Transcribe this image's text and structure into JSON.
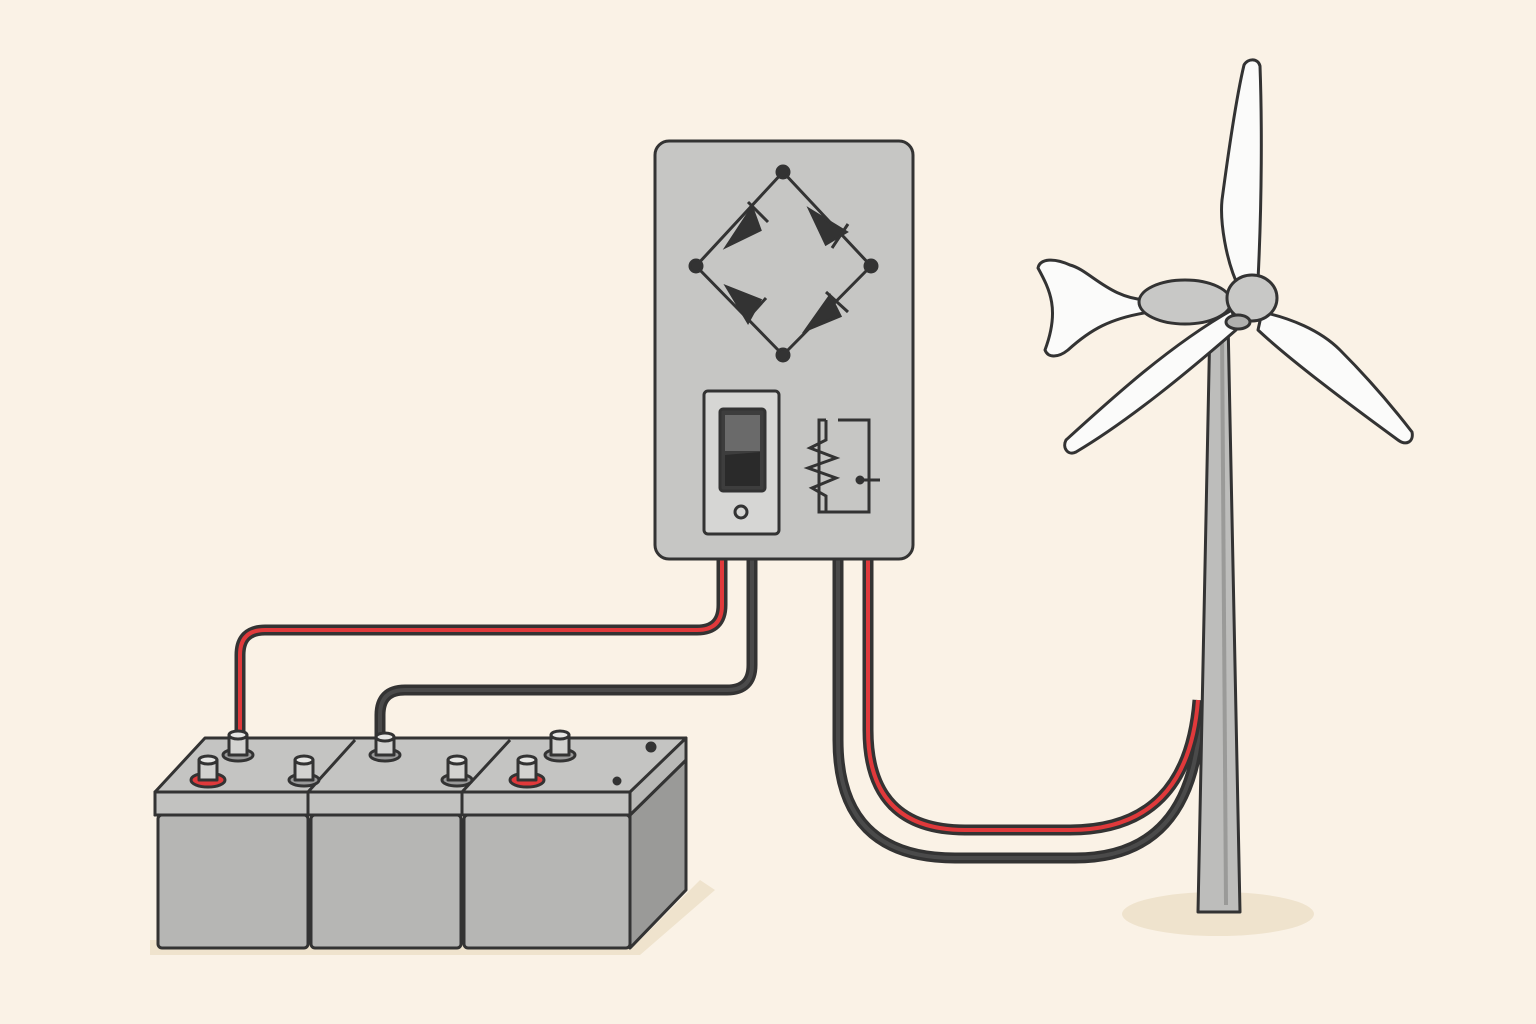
{
  "colors": {
    "background": "#faf2e6",
    "outline": "#333333",
    "device_gray": "#c6c6c4",
    "panel_gray": "#d6d6d4",
    "positive_wire": "#e0393b",
    "negative_wire": "#3a3a3a",
    "blade_white": "#fbfbfa",
    "shadow": "#efe3cd"
  },
  "components": [
    {
      "id": "charge-controller",
      "icon": "rectifier-bridge-icon"
    },
    {
      "id": "switch",
      "icon": "toggle-switch-icon",
      "state": "on"
    },
    {
      "id": "dump-load",
      "icon": "resistor-icon"
    },
    {
      "id": "battery-bank",
      "count": 3
    },
    {
      "id": "wind-turbine",
      "blades": 3
    }
  ]
}
